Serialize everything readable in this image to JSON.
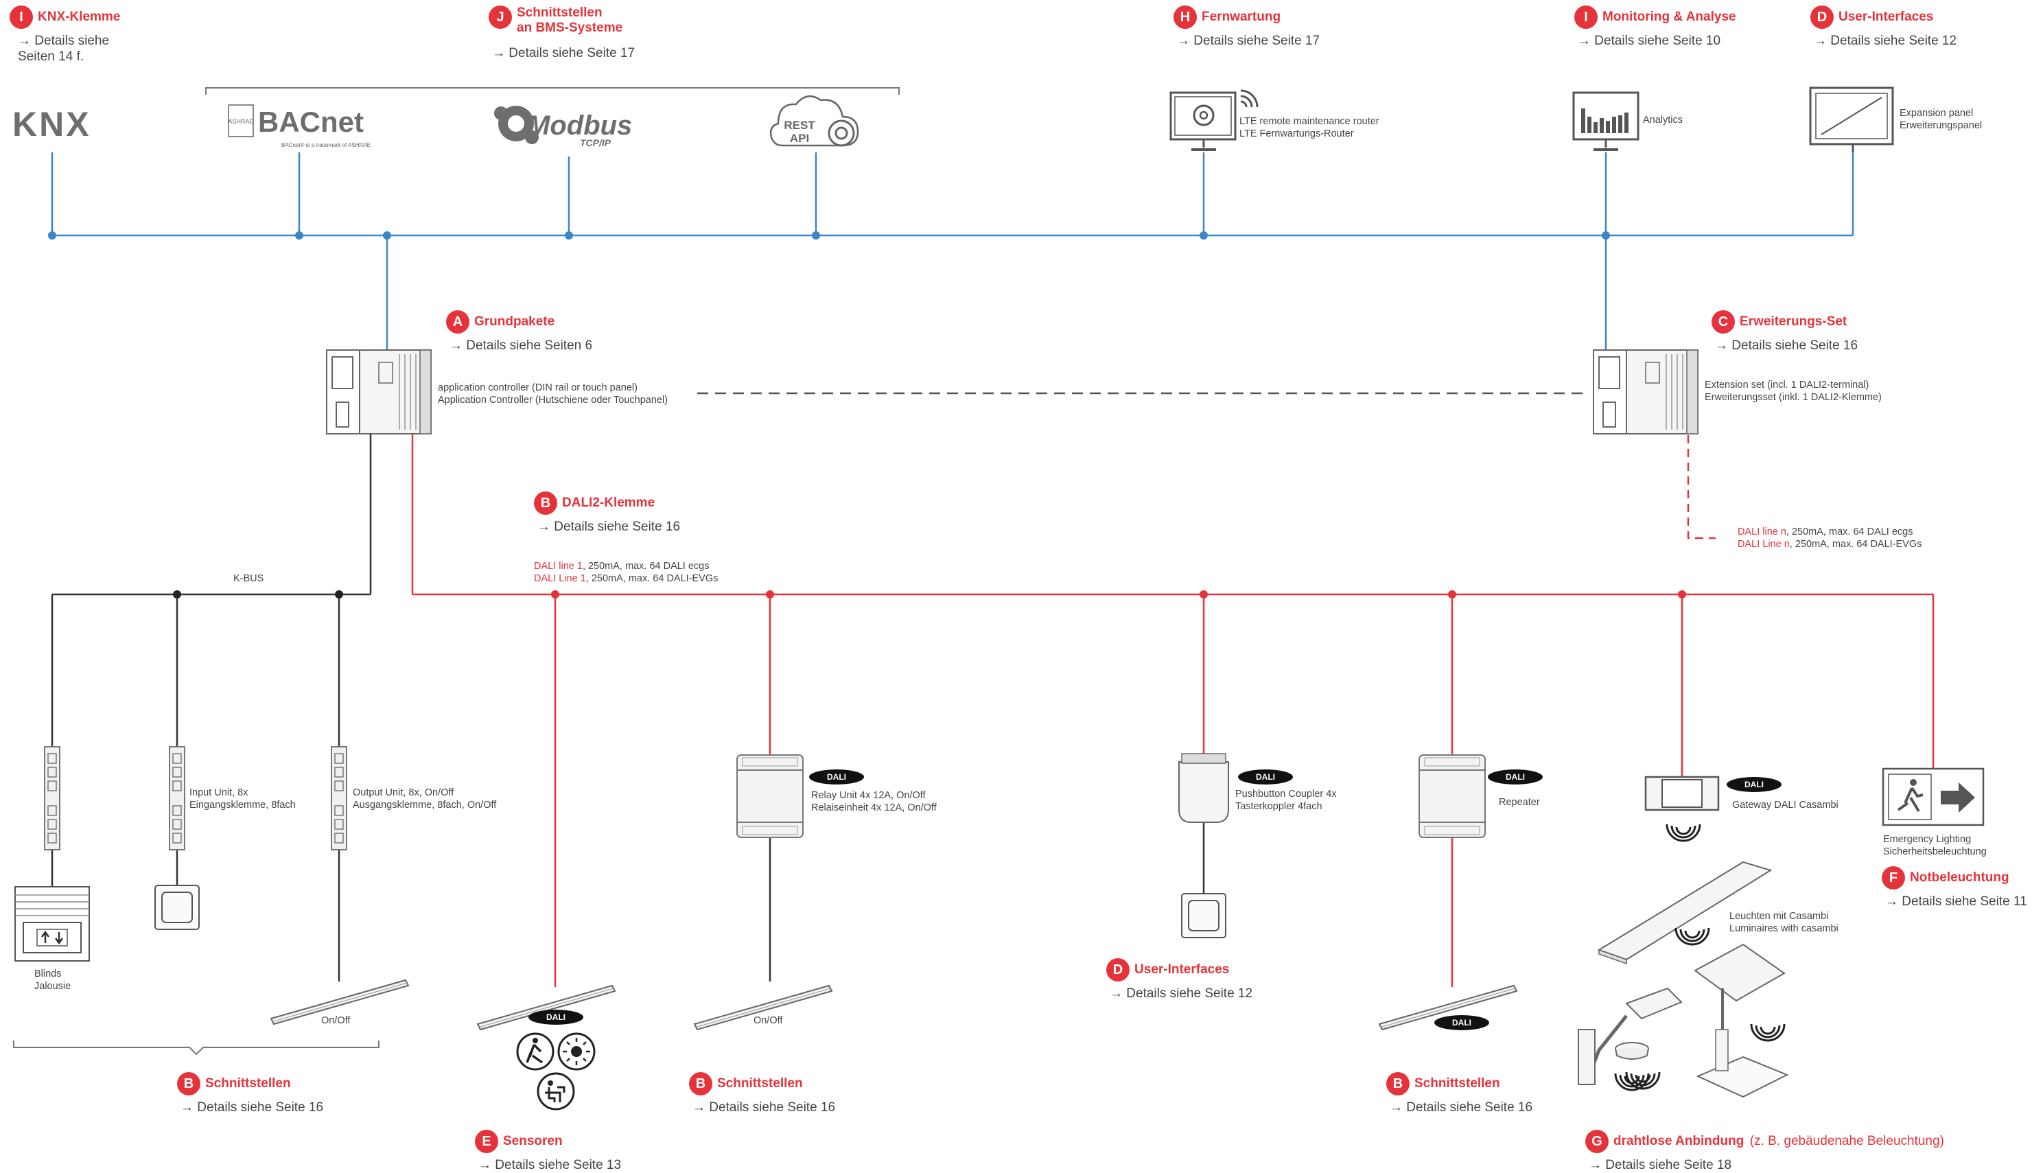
{
  "colors": {
    "accent_red": "#e5333b",
    "bus_blue": "#3a86c8",
    "kbus_black": "#333333",
    "device_gray": "#8a8a8a"
  },
  "headers": {
    "knx": {
      "letter": "I",
      "title": "KNX-Klemme",
      "sub": [
        "→ Details siehe",
        "Seiten 14 f."
      ]
    },
    "bms": {
      "letter": "J",
      "title": [
        "Schnittstellen",
        "an BMS-Systeme"
      ],
      "sub": "→ Details siehe Seite 17"
    },
    "fernwartung": {
      "letter": "H",
      "title": "Fernwartung",
      "sub": "→ Details siehe Seite 17"
    },
    "monitoring": {
      "letter": "I",
      "title": "Monitoring & Analyse",
      "sub": "→ Details siehe Seite 10"
    },
    "ui_top": {
      "letter": "D",
      "title": "User-Interfaces",
      "sub": "→ Details siehe Seite 12"
    },
    "grundpakete": {
      "letter": "A",
      "title": "Grundpakete",
      "sub": "→ Details siehe Seiten 6"
    },
    "erweiterung": {
      "letter": "C",
      "title": "Erweiterungs-Set",
      "sub": "→ Details siehe Seite 16"
    },
    "dali2": {
      "letter": "B",
      "title": "DALI2-Klemme",
      "sub": "→ Details siehe Seite 16"
    },
    "notbeleuchtung": {
      "letter": "F",
      "title": "Notbeleuchtung",
      "sub": "→ Details siehe Seite 11"
    },
    "ui_mid": {
      "letter": "D",
      "title": "User-Interfaces",
      "sub": "→ Details siehe Seite 12"
    },
    "schnitt1": {
      "letter": "B",
      "title": "Schnittstellen",
      "sub": "→ Details siehe Seite 16"
    },
    "schnitt2": {
      "letter": "B",
      "title": "Schnittstellen",
      "sub": "→ Details siehe Seite 16"
    },
    "schnitt3": {
      "letter": "B",
      "title": "Schnittstellen",
      "sub": "→ Details siehe Seite 16"
    },
    "sensoren": {
      "letter": "E",
      "title": "Sensoren",
      "sub": "→ Details siehe Seite 13"
    },
    "drahtlos": {
      "letter": "G",
      "title": "drahtlose Anbindung",
      "title_suffix": "(z. B. gebäudenahe Beleuchtung)",
      "sub": "→ Details siehe Seite 18"
    }
  },
  "logos": {
    "knx": "KNX",
    "bacnet": "BACnet",
    "bacnet_small": "ASHRAE",
    "bacnet_tm": "BACnet® is a trademark of ASHRAE",
    "modbus": "Modbus",
    "modbus_sub": "TCP/IP",
    "rest_api": [
      "REST",
      "API"
    ],
    "dali": "DALI"
  },
  "labels": {
    "lte": [
      "LTE remote maintenance router",
      "LTE Fernwartungs-Router"
    ],
    "analytics": "Analytics",
    "expansion": [
      "Expansion panel",
      "Erweiterungspanel"
    ],
    "app_controller": [
      "application controller (DIN rail or touch panel)",
      "Application Controller (Hutschiene oder Touchpanel)"
    ],
    "extension": [
      "Extension set (incl. 1 DALI2-terminal)",
      "Erweiterungsset (inkl. 1 DALI2-Klemme)"
    ],
    "dali_line": {
      "red1": "DALI line 1",
      "rest1": ", 250mA, max. 64 DALI ecgs",
      "red2": "DALI Line 1",
      "rest2": ", 250mA, max. 64 DALI-EVGs"
    },
    "dali_line_n": {
      "red1": "DALI line n",
      "rest1": ", 250mA, max. 64 DALI ecgs",
      "red2": "DALI Line n",
      "rest2": ", 250mA, max. 64 DALI-EVGs"
    },
    "kbus": "K-BUS",
    "input_unit": [
      "Input Unit, 8x",
      "Eingangsklemme, 8fach"
    ],
    "output_unit": [
      "Output Unit, 8x, On/Off",
      "Ausgangsklemme, 8fach, On/Off"
    ],
    "relay_unit": [
      "Relay Unit 4x 12A, On/Off",
      "Relaiseinheit 4x 12A, On/Off"
    ],
    "pushbutton": [
      "Pushbutton Coupler 4x",
      "Tasterkoppler 4fach"
    ],
    "repeater": "Repeater",
    "gateway": "Gateway DALI Casambi",
    "emergency": [
      "Emergency Lighting",
      "Sicherheitsbeleuchtung"
    ],
    "blinds": [
      "Blinds",
      "Jalousie"
    ],
    "onoff1": "On/Off",
    "onoff2": "On/Off",
    "casambi": [
      "Leuchten mit Casambi",
      "Luminaires with casambi"
    ]
  }
}
